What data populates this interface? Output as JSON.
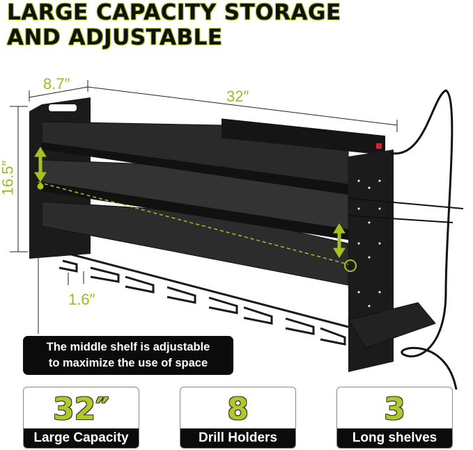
{
  "headline": {
    "line1": "LARGE CAPACITY STORAGE",
    "line2": "AND ADJUSTABLE"
  },
  "dimensions": {
    "depth": "8.7″",
    "length": "32″",
    "height": "16.5″",
    "holder_spacing": "1.6″"
  },
  "callout": {
    "line1": "The middle shelf is adjustable",
    "line2": "to maximize the use of space"
  },
  "features": [
    {
      "value": "32″",
      "label": "Large Capacity"
    },
    {
      "value": "8",
      "label": "Drill Holders"
    },
    {
      "value": "3",
      "label": "Long shelves"
    }
  ],
  "colors": {
    "accent": "#a8c021",
    "product": "#1a1a1a"
  }
}
